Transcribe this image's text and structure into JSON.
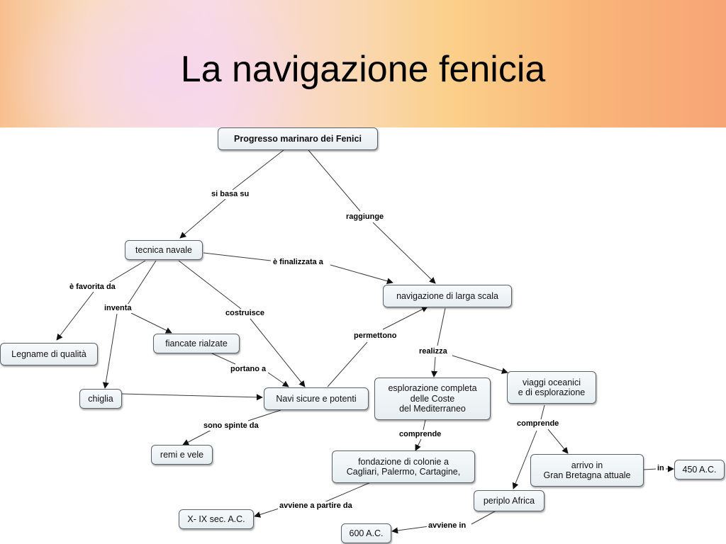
{
  "slide": {
    "title": "La navigazione fenicia"
  },
  "concepts": {
    "progresso": "Progresso marinaro dei Fenici",
    "tecnica": "tecnica navale",
    "navigazione": "navigazione di larga scala",
    "legname": "Legname di qualità",
    "fiancate": "fiancate rialzate",
    "chiglia": "chiglia",
    "navi": "Navi sicure e potenti",
    "remi": "remi e vele",
    "esplorazione": "esplorazione completa\ndelle Coste\ndel Mediterraneo",
    "viaggi": "viaggi oceanici\ne di esplorazione",
    "fondazione": "fondazione di colonie a\nCagliari, Palermo, Cartagine,",
    "arrivo": "arrivo in\nGran Bretagna attuale",
    "anno450": "450 A.C.",
    "periplo": "periplo Africa",
    "secoli": "X- IX sec. A.C.",
    "anno600": "600 A.C."
  },
  "links": {
    "si_basa_su": "si basa su",
    "raggiunge": "raggiunge",
    "finalizzata": "è finalizzata a",
    "favorita": "è favorita  da",
    "inventa": "inventa",
    "costruisce": "costruisce",
    "permettono": "permettono",
    "realizza": "realizza",
    "portano": "portano a",
    "spinte": "sono spinte da",
    "comprende1": "comprende",
    "comprende2": "comprende",
    "in": "in",
    "avviene_partire": "avviene a partire da",
    "avviene_in": "avviene in"
  }
}
